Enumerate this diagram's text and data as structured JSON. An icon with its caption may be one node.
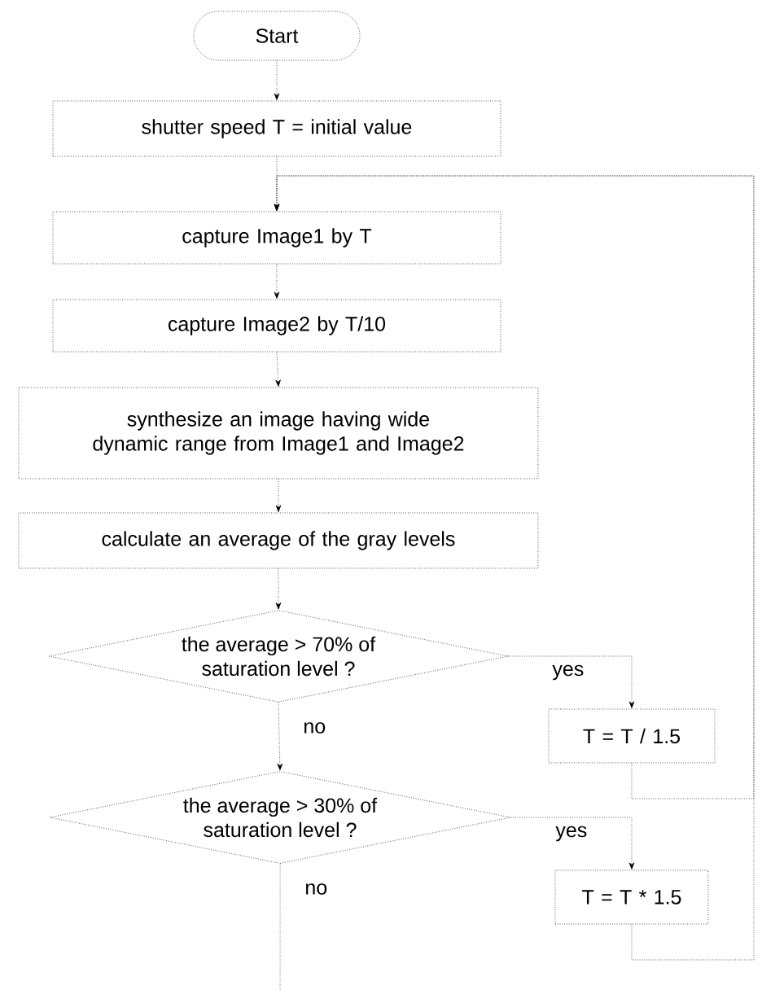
{
  "diagram": {
    "nodes": [
      {
        "text": [
          "Start"
        ]
      },
      {
        "text": [
          "shutter speed T = initial value"
        ]
      },
      {
        "text": [
          "capture Image1 by T"
        ]
      },
      {
        "text": [
          "capture Image2 by T/10"
        ]
      },
      {
        "text": [
          "synthesize an image having wide dynamic range from Image1 and Image2"
        ]
      },
      {
        "text": [
          "calculate an average of the gray levels"
        ]
      },
      {
        "text": [
          "the average > 70% of saturation level ?"
        ]
      },
      {
        "text": [
          "T = T / 1.5"
        ]
      },
      {
        "text": [
          "the average > 30% of saturation level ?"
        ]
      },
      {
        "text": [
          "T = T * 1.5"
        ]
      }
    ],
    "edges": [
      {
        "from": 0,
        "to": 1,
        "arrow": "to"
      },
      {
        "from": 1,
        "to": 2,
        "arrow": "to"
      },
      {
        "from": 2,
        "to": 3,
        "arrow": "to"
      },
      {
        "from": 3,
        "to": 4,
        "arrow": "to"
      },
      {
        "from": 4,
        "to": 5,
        "arrow": "to"
      },
      {
        "from": 5,
        "to": 6,
        "arrow": "to"
      },
      {
        "from": 6,
        "to": 7,
        "arrow": "to",
        "label": "yes"
      },
      {
        "from": 6,
        "to": 8,
        "arrow": "to",
        "label": "no"
      },
      {
        "from": 8,
        "to": 9,
        "arrow": "to",
        "label": "yes"
      },
      {
        "from": 8,
        "to": null,
        "arrow": "none",
        "label": "no"
      },
      {
        "from": 7,
        "to": 2,
        "arrow": "to"
      },
      {
        "from": 9,
        "to": 2,
        "arrow": "to"
      }
    ]
  }
}
